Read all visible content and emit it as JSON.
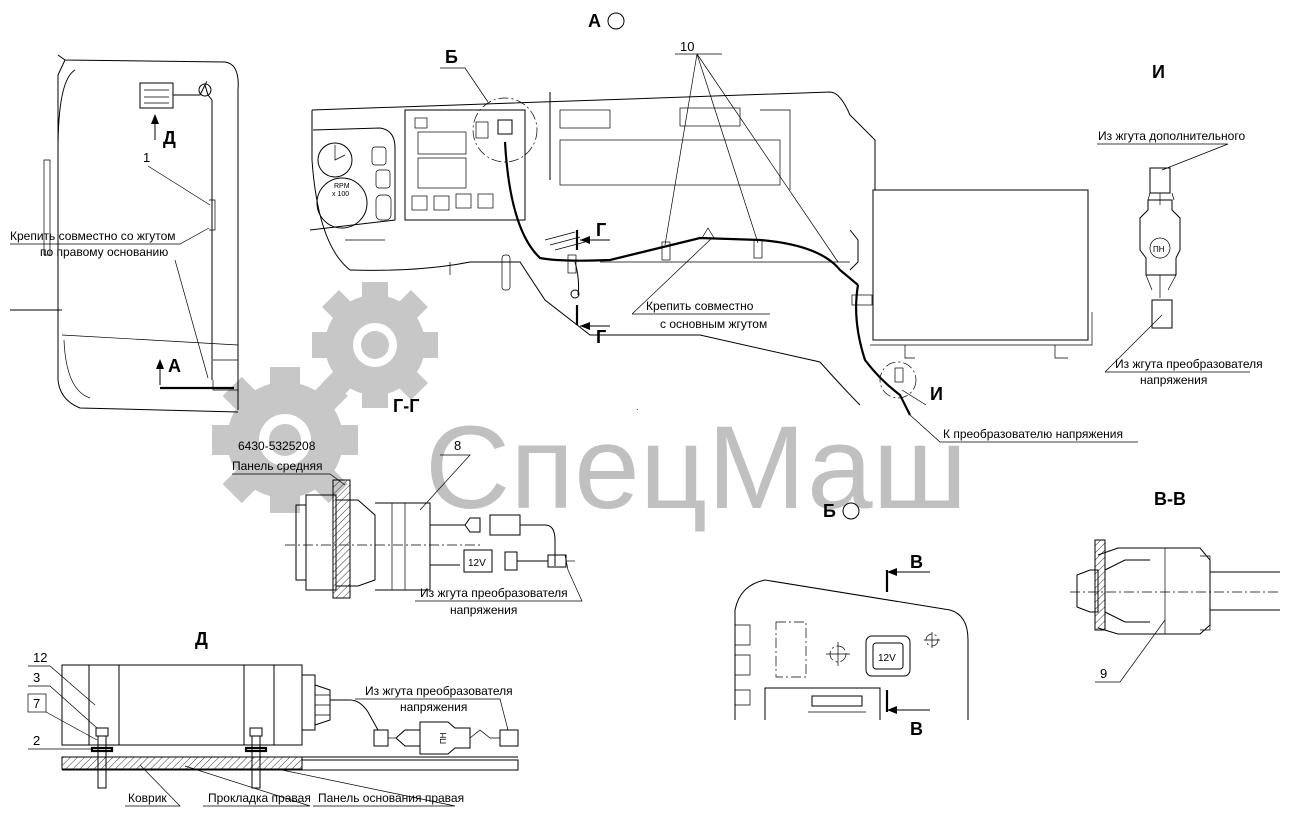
{
  "views": {
    "view_a": "А",
    "view_b": "Б",
    "view_i": "И",
    "view_d": "Д",
    "section_gg": "Г-Г",
    "section_vv": "В-В"
  },
  "markers": {
    "b": "Б",
    "d": "Д",
    "a": "А",
    "g_top": "Г",
    "g_bottom": "Г",
    "i": "И",
    "v_top": "В",
    "v_bottom": "В"
  },
  "positions": {
    "p1": "1",
    "p2": "2",
    "p3": "3",
    "p7": "7",
    "p8": "8",
    "p9": "9",
    "p10": "10",
    "p12": "12"
  },
  "notes": {
    "fasten_right_1": "Крепить совместно со жгутом",
    "fasten_right_2": "по правому основанию",
    "fasten_main_1": "Крепить совместно",
    "fasten_main_2": "с основным жгутом",
    "to_converter": "К преобразователю напряжения",
    "from_aux_harness": "Из жгута дополнительного",
    "conv_harness_i_1": "Из жгута преобразователя",
    "conv_harness_i_2": "напряжения",
    "part_number": "6430-5325208",
    "panel_middle": "Панель средняя",
    "conv_harness_g_1": "Из жгута преобразователя",
    "conv_harness_g_2": "напряжения",
    "conv_harness_d_1": "Из жгута преобразователя",
    "conv_harness_d_2": "напряжения",
    "mat": "Коврик",
    "gasket_right": "Прокладка правая",
    "base_panel_right": "Панель основания правая"
  },
  "device_labels": {
    "rpm": "RPM",
    "x100": "x 100",
    "v12_g": "12V",
    "v12_b": "12V",
    "pn_i": "ПН",
    "pn_d": "ПН"
  },
  "watermark": {
    "text": "СпецМаш",
    "color": "#bdbdbd"
  }
}
